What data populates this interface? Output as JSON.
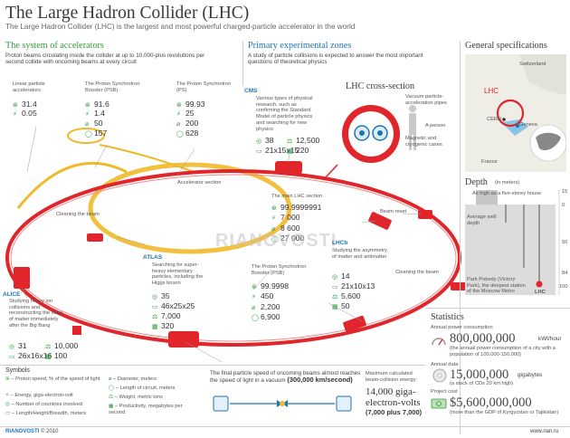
{
  "header": {
    "title": "The Large Hadron Collider (LHC)",
    "subtitle": "The Large Hadron Collider (LHC) is the largest and most powerful charged-particle accelerator in the world"
  },
  "accelerators": {
    "heading": "The system of accelerators",
    "intro": "Proton beams circulating inside the collider at up to 10,000-plus revolutions per second collide with oncoming beams at every circuit",
    "linear": {
      "name": "Linear particle accelerators",
      "speed": "31.4",
      "energy": "0.05"
    },
    "booster": {
      "name": "The Proton Synchrotron Booster (PSB)",
      "speed": "91.6",
      "energy": "1.4",
      "diameter": "50",
      "length": "157"
    },
    "ps_top": {
      "name": "The Proton Synchrotron (PS)",
      "speed": "99.93",
      "energy": "25",
      "diameter": "200",
      "length": "628"
    },
    "accelerator_section": "Accelerator section",
    "cleaning_left": "Cleaning the beam",
    "cleaning_right": "Cleaning the beam",
    "beam_reset": "Beam reset"
  },
  "zones": {
    "heading": "Primary experimental zones",
    "intro": "A study of particle collisions is expected to answer the most important questions of theoretical physics",
    "cms": {
      "name": "CMS",
      "desc": "Various types of physical research, such as confirming the Standard Model of particle physics and searching for new physics",
      "countries": "38",
      "weight": "12,500",
      "size": "21x15x15",
      "productivity": "220"
    },
    "atlas": {
      "name": "ATLAS",
      "desc": "Searching for super-heavy elementary particles, including the Higgs boson",
      "countries": "35",
      "size": "46x25x25",
      "weight": "7,000",
      "productivity": "320"
    },
    "alice": {
      "name": "ALICE",
      "desc": "Studying heavy ion collisions and reconstructing the state of matter immediately after the Big Bang",
      "countries": "31",
      "size": "26x16x16",
      "weight": "10,000",
      "productivity": "100"
    },
    "lhcb": {
      "name": "LHCb",
      "desc": "Studying the asymmetry of matter and antimatter",
      "countries": "14",
      "size": "21x10x13",
      "weight": "5,600",
      "productivity": "50"
    },
    "main_ring": {
      "name": "The main LHC section",
      "speed": "99.9999991",
      "energy": "7 000",
      "diameter": "8 600",
      "length": "27 000"
    },
    "ps_bottom": {
      "name": "The Proton Synchrotron Booster (PSB)",
      "speed": "99.9998",
      "energy": "450",
      "diameter": "2,200",
      "length": "6,900"
    }
  },
  "cross_section": {
    "heading": "LHC cross-section",
    "pipes": "Vacuum particle-acceleration pipes",
    "person": "A person",
    "magnets": "Magnetic and cryogenic cases"
  },
  "watermark": "RIANOVOSTI",
  "specs": {
    "heading": "General specifications",
    "switzerland": "Switzerland",
    "lhc": "LHC",
    "cern": "CERN",
    "geneva": "Geneva",
    "france": "France"
  },
  "depth": {
    "heading": "Depth",
    "unit": "(in meters)",
    "house": "As high as a five-storey house",
    "avg": "Average well depth",
    "park": "Park Pobedy (Victory Park), the deepest station of the Moscow Metro",
    "lhc": "LHC",
    "ticks": [
      "15",
      "0",
      "50",
      "84",
      "100"
    ]
  },
  "statistics": {
    "heading": "Statistics",
    "power_label": "Annual power consumption",
    "power_value": "800,000,000",
    "power_unit": "kWt/hour",
    "power_note": "(the annual power consumption of a city with a population of 100,000-150,000)",
    "data_label": "Annual data",
    "data_value": "15,000,000",
    "data_unit": "gigabytes",
    "data_note": "(a stack of CDs 20 km high)",
    "cost_label": "Project cost",
    "cost_value": "$5,600,000,000",
    "cost_note": "(more than the GDP of Kyrgyzstan or Tajikistan)"
  },
  "symbols": {
    "heading": "Symbols",
    "items": [
      "Proton speed, % of the speed of light",
      "Energy, giga-electron-volt",
      "Number of countries involved",
      "Length/Height/Breadth, meters",
      "Diameter, meters",
      "Length of circuit, meters",
      "Weight, metric tons",
      "Productivity, megabytes per second"
    ]
  },
  "speed_box": {
    "text": "The final particle speed of oncoming beams almost reaches the speed of light in a vacuum",
    "value": "(300,000 km/second)"
  },
  "energy_box": {
    "label": "Maximum calculated beam-collision energy:",
    "value": "14,000 giga-electron-volts",
    "note": "(7,000 plus 7,000)"
  },
  "footer": {
    "copyright": "© 2010",
    "brand": "RIANOVOSTI",
    "site": "www.rian.ru"
  },
  "colors": {
    "ring": "#e0252b",
    "ps_ring": "#f0b92a",
    "accent_green": "#2f9a3e",
    "accent_blue": "#1f74b5",
    "water": "#8bc4e6",
    "map_bg": "#eeeee6"
  }
}
